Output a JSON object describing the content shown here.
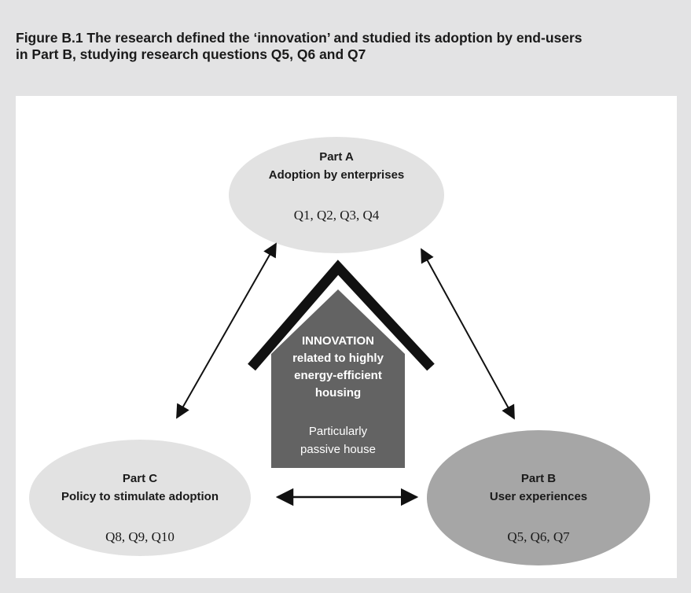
{
  "figure": {
    "caption_line1": "Figure B.1  The research defined the ‘innovation’ and studied its adoption by end-users",
    "caption_line2": "in Part B, studying research questions Q5, Q6 and Q7"
  },
  "part_a": {
    "title": "Part A",
    "subtitle": "Adoption by enterprises",
    "questions": "Q1, Q2, Q3, Q4"
  },
  "part_b": {
    "title": "Part B",
    "subtitle": "User experiences",
    "questions": "Q5, Q6, Q7"
  },
  "part_c": {
    "title": "Part C",
    "subtitle": "Policy to stimulate adoption",
    "questions": "Q8, Q9, Q10"
  },
  "innovation": {
    "line1": "INNOVATION",
    "line2": "related to highly",
    "line3": "energy-efficient",
    "line4": "housing",
    "line5": "Particularly",
    "line6": "passive house"
  },
  "colors": {
    "background": "#e3e3e4",
    "panel": "#ffffff",
    "light_ellipse": "#e2e2e2",
    "dark_ellipse": "#a6a6a6",
    "house_body": "#636363",
    "roof": "#111111"
  }
}
